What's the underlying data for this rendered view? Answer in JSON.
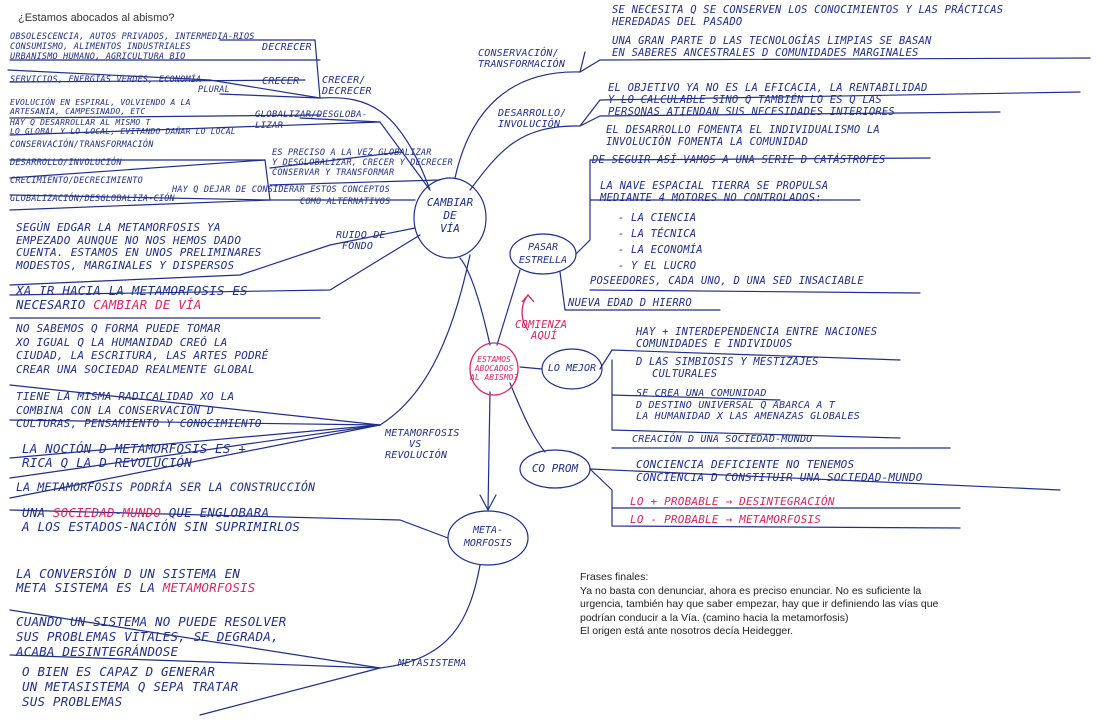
{
  "title": "¿Estamos abocados al abismo?",
  "center": {
    "label": [
      "ESTAMOS",
      "ABOCADOS",
      "AL ABISMO?"
    ]
  },
  "comienza": [
    "COMIENZA",
    "AQUÍ"
  ],
  "hubs": {
    "cambiar": [
      "CAMBIAR",
      "DE",
      "VÍA"
    ],
    "estrella": [
      "PASAR",
      "ESTRELLA"
    ],
    "lomejor": [
      "LO MEJOR"
    ],
    "coprom": [
      "CO PROM"
    ],
    "meta": [
      "META-",
      "MORFOSIS"
    ]
  },
  "branch_labels": {
    "conservacion": [
      "CONSERVACIÓN/",
      "TRANSFORMACIÓN"
    ],
    "desarrollo": [
      "DESARROLLO/",
      "INVOLUCIÓN"
    ],
    "crecer_decrecer": [
      "CRECER/",
      "DECRECER"
    ],
    "globalizar": [
      "GLOBALIZAR/DESGLOBA-",
      "LIZAR"
    ],
    "ruido": [
      "RUIDO DE",
      "FONDO"
    ],
    "metamorfosis_vs": [
      "METAMORFOSIS",
      "VS",
      "REVOLUCIÓN"
    ],
    "metasistema": [
      "METASISTEMA"
    ],
    "decrecer": [
      "DECRECER"
    ],
    "crecer": [
      "CRECER"
    ]
  },
  "left_notes": {
    "decrecer_items": [
      "OBSOLESCENCIA, AUTOS PRIVADOS, INTERMEDIA-RIOS",
      "CONSUMISMO, ALIMENTOS INDUSTRIALES",
      "URBANISMO HUMANO, AGRICULTURA BIO"
    ],
    "crecer_items": [
      "SERVICIOS, ENERGÍAS VERDES, ECONOMÍA",
      "PLURAL"
    ],
    "evolucion": [
      "EVOLUCIÓN EN ESPIRAL, VOLVIENDO A LA",
      "ARTESANÍA, CAMPESINADO, ETC"
    ],
    "mundializar": [
      "HAY Q DESARROLLAR AL MISMO T",
      "LO GLOBAL Y LO LOCAL, EVITANDO DAÑAR LO LOCAL"
    ],
    "pairs": [
      "CONSERVACIÓN/TRANSFORMACIÓN",
      "DESARROLLO/INVOLUCIÓN",
      "CRECIMIENTO/DECRECIMIENTO",
      "GLOBALIZACIÓN/DESGLOBALIZA-CIÓN"
    ],
    "espreciso": [
      "ES PRECISO A LA VEZ GLOBALIZAR",
      "Y DESGLOBALIZAR, CRECER Y DECRECER",
      "CONSERVAR Y TRANSFORMAR"
    ],
    "dejar": [
      "HAY Q DEJAR DE CONSIDERAR ESTOS CONCEPTOS",
      "COMO ALTERNATIVOS"
    ],
    "segun": [
      "SEGÚN EDGAR LA METAMORFOSIS YA",
      "EMPEZADO AUNQUE NO NOS HEMOS DADO",
      "CUENTA. ESTAMOS EN UNOS PRELIMINARES",
      "MODESTOS, MARGINALES Y DISPERSOS"
    ],
    "xa_ir": [
      "XA IR HACIA LA METAMORFOSIS ES",
      "NECESARIO"
    ],
    "cambiar_via": "CAMBIAR DE VÍA",
    "nosabemos": [
      "NO SABEMOS Q FORMA PUEDE TOMAR",
      "XO IGUAL Q LA HUMANIDAD CREÓ LA",
      "CIUDAD, LA ESCRITURA, LAS ARTES PODRÉ",
      "CREAR UNA SOCIEDAD REALMENTE GLOBAL"
    ],
    "tiene": [
      "TIENE LA MISMA RADICALIDAD XO LA",
      "COMBINA CON LA CONSERVACIÓN D",
      "CULTURAS, PENSAMIENTO Y CONOCIMIENTO"
    ],
    "lanocion": [
      "LA NOCIÓN D METAMORFOSIS ES +",
      "RICA Q LA D REVOLUCIÓN"
    ],
    "laconstruccion": [
      "LA METAMORFOSIS PODRÍA SER LA CONSTRUCCIÓN"
    ],
    "una_pre": "UNA ",
    "una_pink": "SOCIEDAD-MUNDO",
    "una_post": " QUE ENGLOBARA",
    "una_line2": "A LOS ESTADOS-NACIÓN SIN SUPRIMIRLOS",
    "laconversion": [
      "LA CONVERSIÓN D UN SISTEMA EN"
    ],
    "meta_pre": "META SISTEMA ES LA ",
    "meta_pink": "METAMORFOSIS",
    "cuando": [
      "CUANDO UN SISTEMA NO PUEDE RESOLVER",
      "SUS PROBLEMAS VITALES, SE DEGRADA,",
      "ACABA DESINTEGRÁNDOSE"
    ],
    "obien": [
      "O BIEN ES CAPAZ D GENERAR",
      "UN METASISTEMA Q SEPA TRATAR",
      "SUS PROBLEMAS"
    ]
  },
  "right_notes": {
    "conocimientos": [
      "SE NECESITA Q SE CONSERVEN LOS CONOCIMIENTOS Y LAS PRÁCTICAS",
      "HEREDADAS DEL PASADO"
    ],
    "tecnologias": [
      "UNA GRAN PARTE D LAS TECNOLOGÍAS LIMPIAS SE BASAN",
      "EN SABERES ANCESTRALES D COMUNIDADES MARGINALES"
    ],
    "objetivo": [
      "EL OBJETIVO YA NO ES LA EFICACIA, LA RENTABILIDAD",
      "Y LO CALCULABLE SINO Q TAMBIÉN LO ES Q LAS",
      "PERSONAS ATIENDAN SUS NECESIDADES INTERIORES"
    ],
    "desarrollo": [
      "EL DESARROLLO FOMENTA EL INDIVIDUALISMO LA",
      "INVOLUCIÓN FOMENTA LA COMUNIDAD"
    ],
    "deseguir": [
      "DE SEGUIR ASÍ VAMOS A UNA SERIE D CATÁSTROFES"
    ],
    "nave": [
      "LA NAVE ESPACIAL TIERRA SE PROPULSA",
      "MEDIANTE 4 MOTORES NO CONTROLADOS:"
    ],
    "motores": [
      "- LA CIENCIA",
      "- LA TÉCNICA",
      "- LA ECONOMÍA",
      "- Y EL LUCRO"
    ],
    "poseedores": [
      "POSEEDORES, CADA UNO, D UNA SED INSACIABLE"
    ],
    "nueva": [
      "NUEVA EDAD D HIERRO"
    ],
    "interdep": [
      "HAY + INTERDEPENDENCIA ENTRE NACIONES",
      "COMUNIDADES E INDIVIDUOS"
    ],
    "simbiosis": [
      "D LAS SIMBIOSIS Y MESTIZAJES",
      "CULTURALES"
    ],
    "comunidad": [
      "SE CREA UNA COMUNIDAD",
      "D DESTINO UNIVERSAL Q ABARCA A T",
      "LA HUMANIDAD X LAS AMENAZAS GLOBALES"
    ],
    "creacion": [
      "CREACIÓN D UNA SOCIEDAD-MUNDO"
    ],
    "conciencia": [
      "CONCIENCIA DEFICIENTE NO TENEMOS",
      "CONCIENCIA D CONSTITUIR UNA SOCIEDAD-MUNDO"
    ],
    "probable": "LO + PROBABLE → DESINTEGRACIÓN",
    "improbable": "LO - PROBABLE → METAMORFOSIS"
  },
  "final": {
    "heading": "Frases finales:",
    "lines": [
      "Ya no basta con denunciar, ahora es preciso enunciar. No es suficiente la",
      "urgencia, también hay que saber empezar, hay que ir definiendo las vías que",
      "podrían conducir a la Vía. (camino hacia la metamorfosis)",
      "El origen está ante nosotros decía Heidegger."
    ]
  },
  "colors": {
    "ink": "#1f2f8f",
    "accent": "#e0245e",
    "text": "#222222"
  }
}
